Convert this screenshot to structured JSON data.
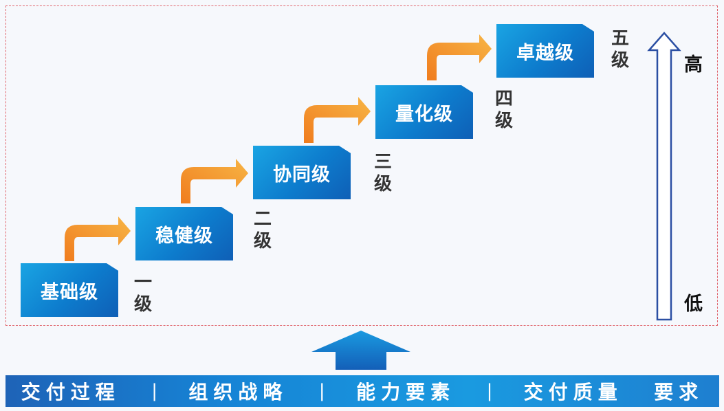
{
  "levels": [
    {
      "name": "基础级",
      "tier": "一级"
    },
    {
      "name": "稳健级",
      "tier": "二级"
    },
    {
      "name": "协同级",
      "tier": "三级"
    },
    {
      "name": "量化级",
      "tier": "四级"
    },
    {
      "name": "卓越级",
      "tier": "五级"
    }
  ],
  "scale": {
    "high": "高",
    "low": "低"
  },
  "footer": {
    "items": [
      "交付过程",
      "组织战略",
      "能力要素",
      "交付质量"
    ],
    "tail": "要求",
    "separator": "|"
  },
  "colors": {
    "box": "#0d7ccd",
    "arrow": "#f39a2a",
    "scale_arrow": "#2b4fa3",
    "footer": "#1683d5",
    "frame": "#e0636b"
  }
}
